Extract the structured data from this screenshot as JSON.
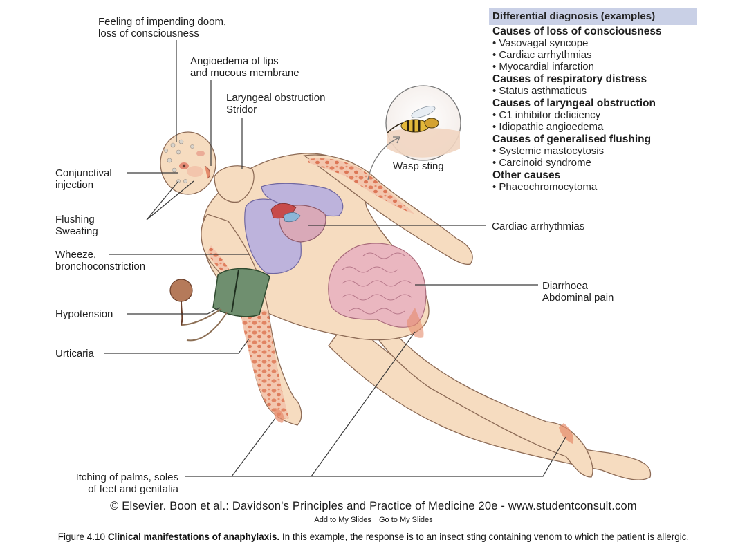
{
  "labels": {
    "doom": [
      "Feeling of impending doom,",
      "loss of consciousness"
    ],
    "angio": [
      "Angioedema of lips",
      "and mucous membrane"
    ],
    "laryn": [
      "Laryngeal obstruction",
      "Stridor"
    ],
    "conj": [
      "Conjunctival",
      "injection"
    ],
    "flush": [
      "Flushing",
      "Sweating"
    ],
    "wheeze": [
      "Wheeze,",
      "bronchoconstriction"
    ],
    "hypo": "Hypotension",
    "urtic": "Urticaria",
    "itch": [
      "Itching of palms, soles",
      "of feet and genitalia"
    ],
    "wasp": "Wasp sting",
    "cardiac": "Cardiac arrhythmias",
    "diarr": [
      "Diarrhoea",
      "Abdominal pain"
    ]
  },
  "differential": {
    "heading": "Differential diagnosis (examples)",
    "sections": [
      {
        "title": "Causes of loss of consciousness",
        "items": [
          "• Vasovagal syncope",
          "• Cardiac arrhythmias",
          "• Myocardial infarction"
        ]
      },
      {
        "title": "Causes of respiratory distress",
        "items": [
          "• Status asthmaticus"
        ]
      },
      {
        "title": "Causes of laryngeal obstruction",
        "items": [
          "• C1 inhibitor deficiency",
          "• Idiopathic angioedema"
        ]
      },
      {
        "title": "Causes of generalised flushing",
        "items": [
          "• Systemic mastocytosis",
          "• Carcinoid syndrome"
        ]
      },
      {
        "title": "Other causes",
        "items": [
          "• Phaeochromocytoma"
        ]
      }
    ]
  },
  "copyright": "© Elsevier. Boon et al.: Davidson's Principles and Practice of Medicine 20e - www.studentconsult.com",
  "links": {
    "add": "Add to My Slides",
    "goto": "Go to My Slides"
  },
  "caption": {
    "prefix": "Figure 4.10 ",
    "bold": "Clinical manifestations of anaphylaxis.",
    "rest": " In this example, the response is to an insect sting containing venom to which the patient is allergic."
  },
  "colors": {
    "skin": "#f6dcc0",
    "rash": "#e58a6a",
    "lungs": "#bdb3dc",
    "bowel": "#eab7c0",
    "cuff": "#6f8f6f",
    "heading_bg": "#c9d0e6"
  }
}
